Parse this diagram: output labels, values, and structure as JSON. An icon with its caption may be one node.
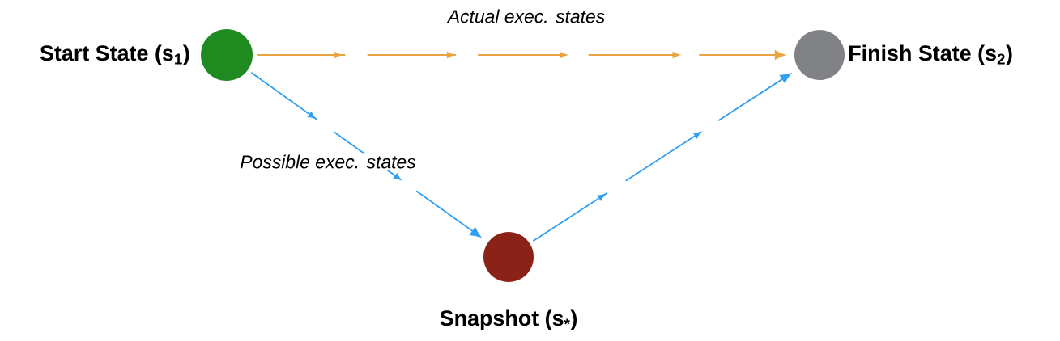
{
  "diagram": {
    "nodes": [
      {
        "text": [],
        "shape": "circle",
        "beside": [
          "Start State (s$_{1}$)"
        ]
      },
      {
        "text": [],
        "shape": "circle",
        "beside": [
          "Finish State (s$_{2}$)"
        ]
      },
      {
        "text": [],
        "shape": "circle",
        "beside": [
          "Snapshot (s$_{*}$)"
        ]
      }
    ],
    "edges": [
      {
        "from": 0,
        "to": 1,
        "arrow": "to",
        "label": "Actual exec. states",
        "style": "dashed",
        "color": "#e9a43f"
      },
      {
        "from": 0,
        "to": 2,
        "arrow": "to",
        "label": "Possible exec. states",
        "style": "dashed",
        "color": "#31a0f2"
      },
      {
        "from": 2,
        "to": 1,
        "arrow": "to",
        "style": "dashed",
        "color": "#31a0f2"
      }
    ]
  }
}
